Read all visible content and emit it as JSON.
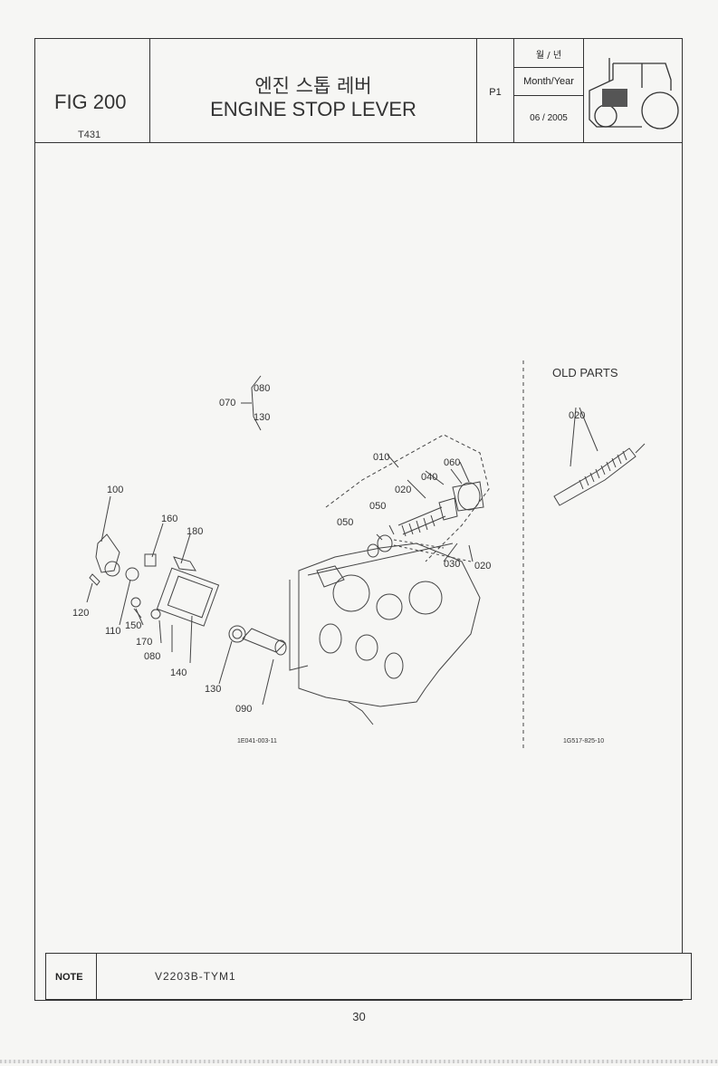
{
  "header": {
    "fig_label": "FIG 200",
    "fig_code": "T431",
    "title_korean": "엔진 스톱 레버",
    "title_english": "ENGINE STOP LEVER",
    "page_label": "P1",
    "date_label_korean": "월 / 년",
    "date_label_english": "Month/Year",
    "date_value": "06 / 2005"
  },
  "diagram": {
    "callouts": [
      "010",
      "020",
      "030",
      "040",
      "050",
      "060",
      "070",
      "080",
      "090",
      "100",
      "110",
      "120",
      "130",
      "140",
      "150",
      "160",
      "170",
      "180"
    ],
    "drawing_code_main": "1E041-003-11",
    "old_parts_title": "OLD PARTS",
    "old_parts_callout": "020",
    "drawing_code_old": "1G517-825-10"
  },
  "note": {
    "label": "NOTE",
    "text": "V2203B-TYM1"
  },
  "page_number": "30"
}
